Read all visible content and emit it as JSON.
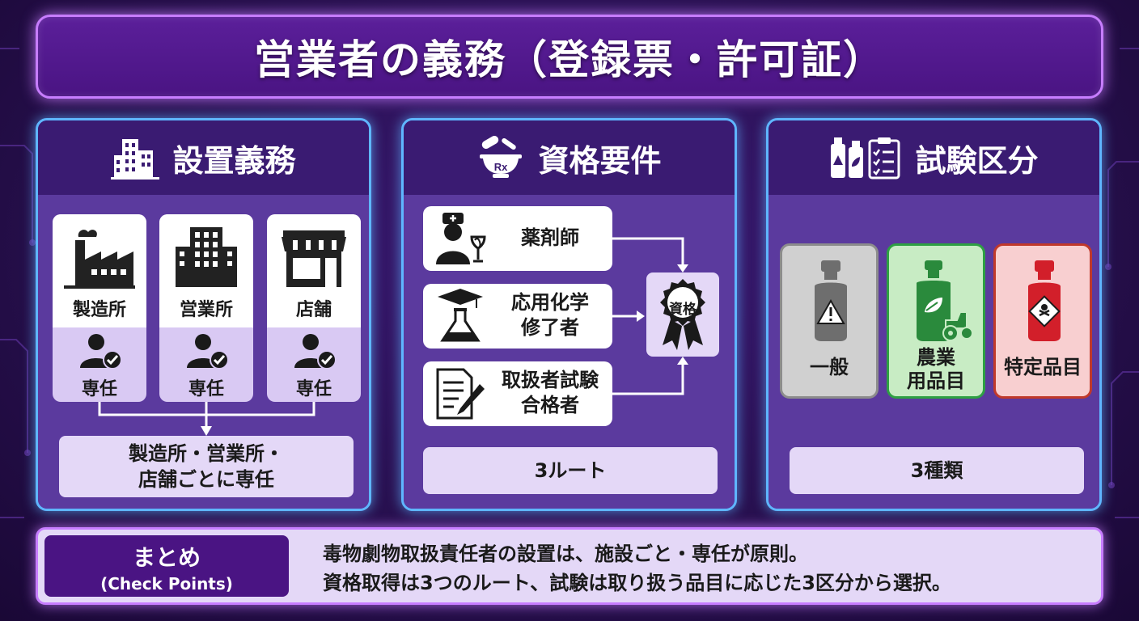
{
  "title": "営業者の義務（登録票・許可証）",
  "colors": {
    "title_bg": "#4a1483",
    "panel_border": "#5fb6ff",
    "panel_header": "#3a1b72",
    "panel_body": "#5b3a9e",
    "card_light": "#e4d8f7",
    "general_bg": "#d0d0d0",
    "agri_bg": "#c8ecc4",
    "specific_bg": "#f8cfd0"
  },
  "panels": {
    "establishment": {
      "heading": "設置義務",
      "icon": "office-building-icon",
      "facilities": [
        {
          "name": "製造所",
          "icon": "factory-icon",
          "role": "専任"
        },
        {
          "name": "営業所",
          "icon": "office-building-icon",
          "role": "専任"
        },
        {
          "name": "店舗",
          "icon": "storefront-icon",
          "role": "専任"
        }
      ],
      "summary_line1": "製造所・営業所・",
      "summary_line2": "店舗ごとに専任"
    },
    "qualification": {
      "heading": "資格要件",
      "icon": "mortar-pestle-rx-icon",
      "routes": [
        {
          "line1": "薬剤師",
          "line2": "",
          "icon": "pharmacist-icon"
        },
        {
          "line1": "応用化学",
          "line2": "修了者",
          "icon": "graduation-flask-icon"
        },
        {
          "line1": "取扱者試験",
          "line2": "合格者",
          "icon": "document-pen-icon"
        }
      ],
      "target": "資格",
      "summary": "3ルート"
    },
    "exam": {
      "heading": "試験区分",
      "icon": "bottles-checklist-icon",
      "categories": [
        {
          "line1": "一般",
          "line2": "",
          "icon": "bottle-warning-icon"
        },
        {
          "line1": "農業",
          "line2": "用品目",
          "icon": "bottle-tractor-icon"
        },
        {
          "line1": "特定品目",
          "line2": "",
          "icon": "bottle-hazard-icon"
        }
      ],
      "summary": "3種類"
    }
  },
  "bottom": {
    "label": "まとめ",
    "sublabel": "(Check Points)",
    "line1": "毒物劇物取扱責任者の設置は、施設ごと・専任が原則。",
    "line2": "資格取得は3つのルート、試験は取り扱う品目に応じた3区分から選択。"
  }
}
